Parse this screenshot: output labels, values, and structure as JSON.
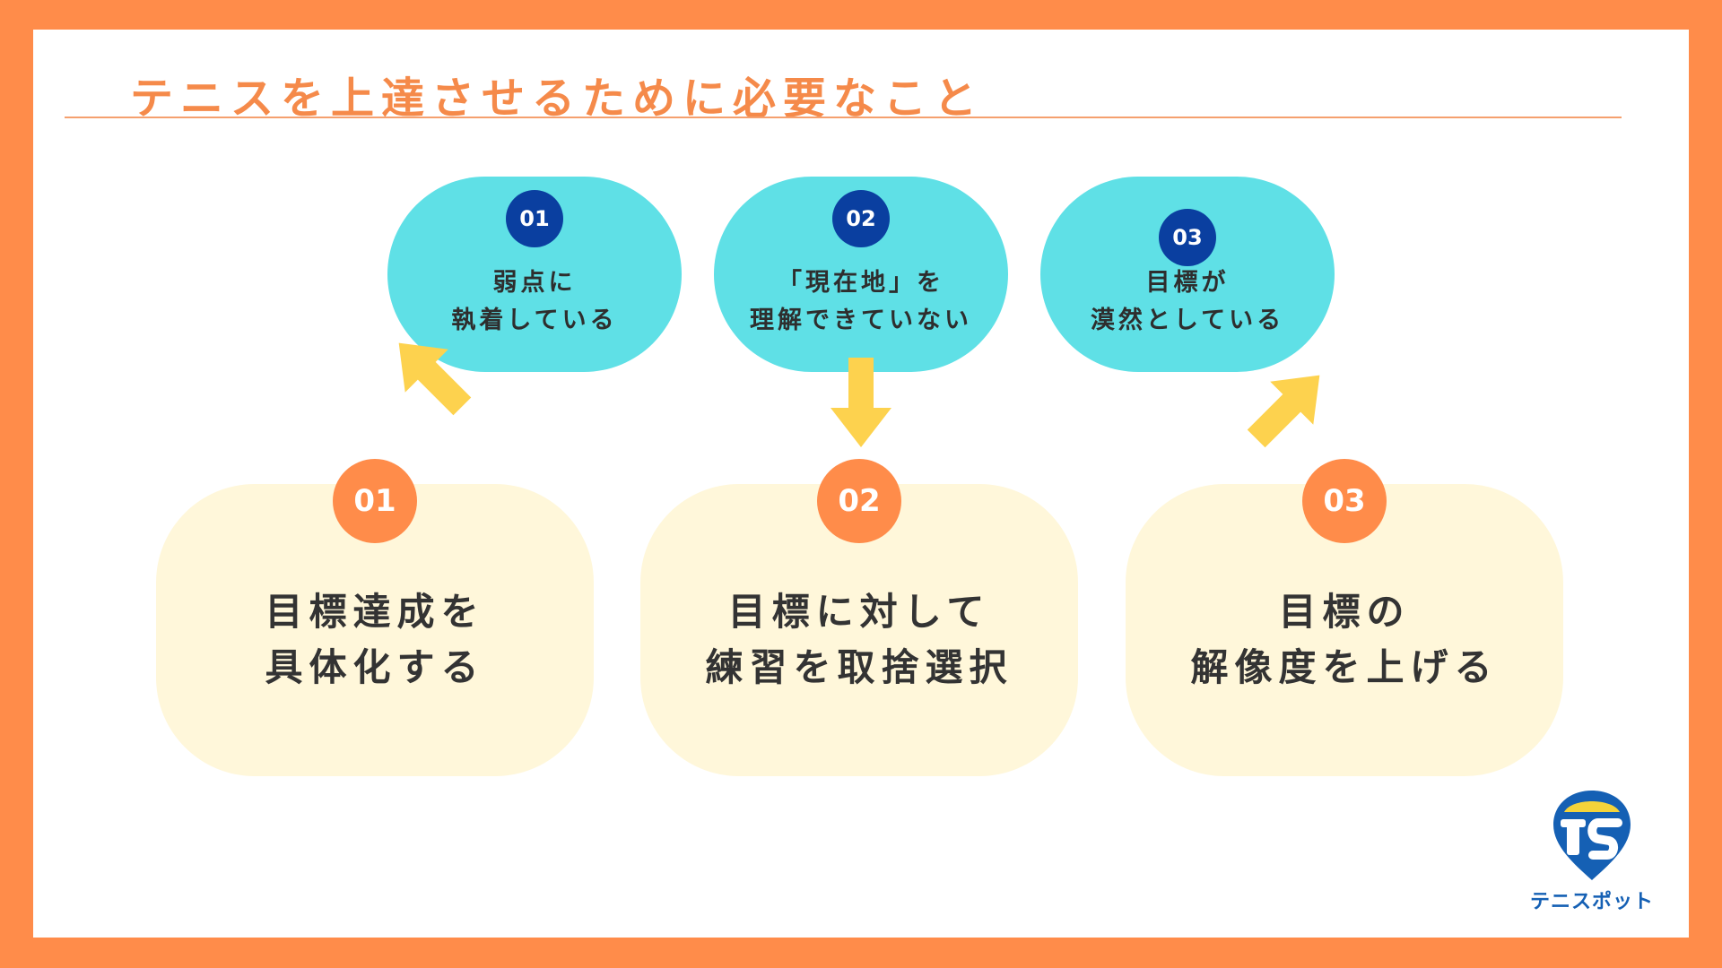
{
  "title": "テニスを上達させるために必要なこと",
  "colors": {
    "frame": "#FF8C4A",
    "title": "#F58A4A",
    "cause_fill": "#5FE0E6",
    "cause_badge": "#0A3FA0",
    "solution_fill": "#FFF7DA",
    "solution_badge": "#FF8C4A",
    "arrow": "#FDD24E"
  },
  "causes": [
    {
      "number": "01",
      "lines": [
        "弱点に",
        "執着している"
      ]
    },
    {
      "number": "02",
      "lines": [
        "「現在地」を",
        "理解できていない"
      ]
    },
    {
      "number": "03",
      "lines": [
        "目標が",
        "漠然としている"
      ]
    }
  ],
  "solutions": [
    {
      "number": "01",
      "lines": [
        "目標達成を",
        "具体化する"
      ]
    },
    {
      "number": "02",
      "lines": [
        "目標に対して",
        "練習を取捨選択"
      ]
    },
    {
      "number": "03",
      "lines": [
        "目標の",
        "解像度を上げる"
      ]
    }
  ],
  "logo": {
    "text": "テニスポット",
    "icon": "tennis-spot-logo-icon"
  }
}
